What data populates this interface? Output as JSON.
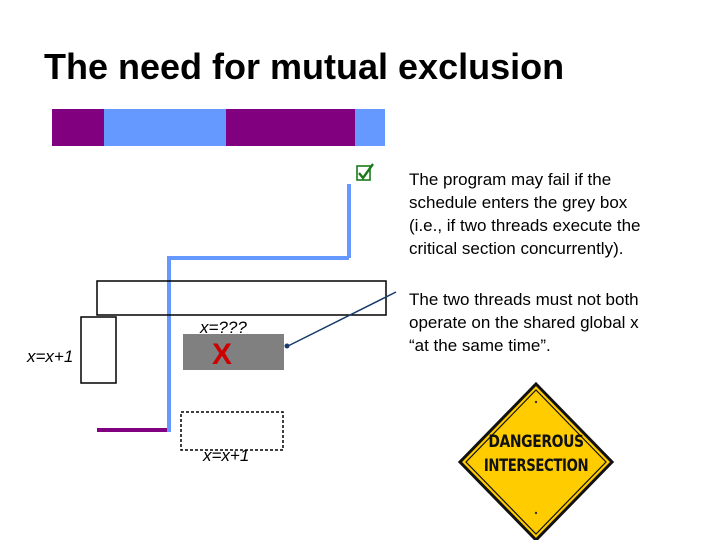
{
  "slide": {
    "title": "The need for mutual exclusion",
    "bullet_marker": "checkbox-check-icon",
    "paragraph1": [
      "The program may fail if the",
      "schedule enters the grey box",
      "(i.e., if two threads execute the",
      "critical section concurrently)."
    ],
    "paragraph2": [
      "The two threads must not both",
      "operate on the shared global x",
      "“at the same time”."
    ]
  },
  "diagram": {
    "thread1_op": "x=x+1",
    "thread2_op": "x=x+1",
    "conflict_result": "x=???",
    "conflict_mark": "X"
  },
  "sign": {
    "line1": "DANGEROUS",
    "line2": "INTERSECTION"
  },
  "colors": {
    "thread_purple": "#800080",
    "thread_blue": "#6699ff",
    "grey_box": "#808080",
    "sign_yellow": "#ffcc00"
  }
}
